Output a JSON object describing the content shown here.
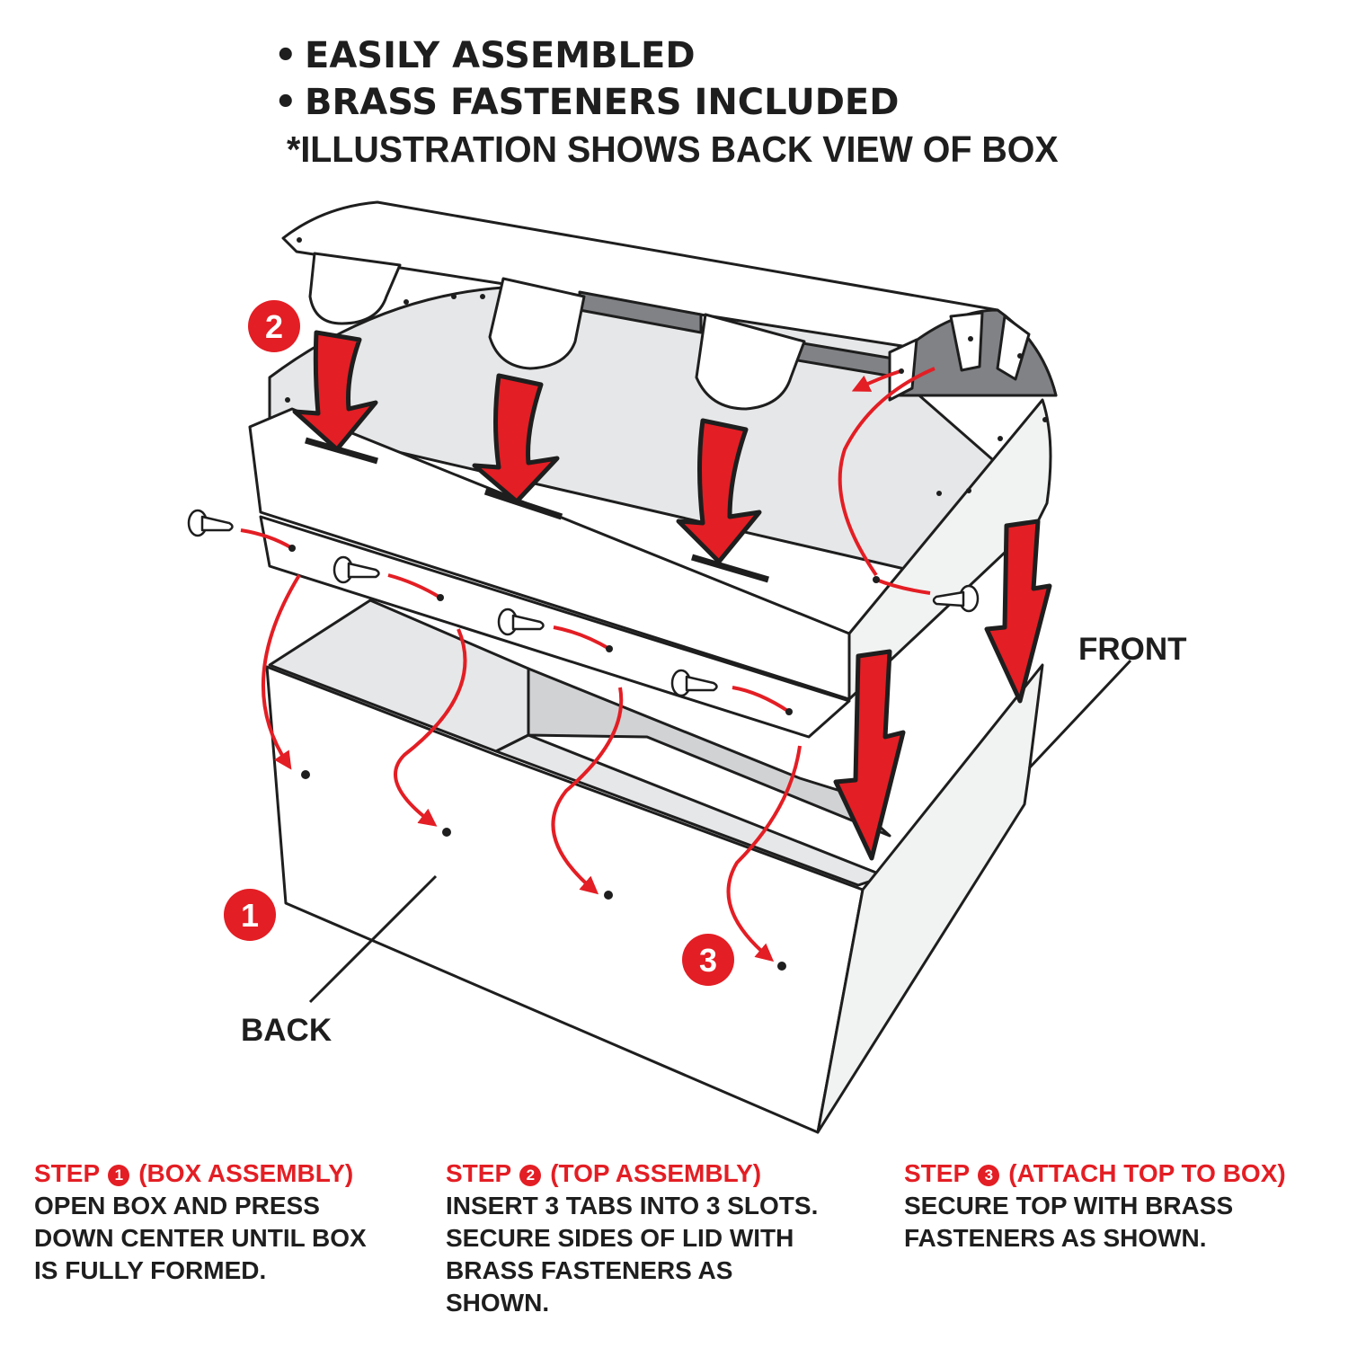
{
  "features": {
    "items": [
      "EASILY ASSEMBLED",
      "BRASS FASTENERS INCLUDED"
    ],
    "bullet": "•",
    "note": "*ILLUSTRATION SHOWS BACK VIEW OF BOX"
  },
  "labels": {
    "front": "FRONT",
    "back": "BACK"
  },
  "markers": [
    "1",
    "2",
    "3"
  ],
  "steps": [
    {
      "prefix": "STEP",
      "number": "1",
      "title": "(BOX ASSEMBLY)",
      "body": "OPEN BOX AND PRESS\nDOWN CENTER UNTIL BOX\nIS FULLY FORMED."
    },
    {
      "prefix": "STEP",
      "number": "2",
      "title": "(TOP ASSEMBLY)",
      "body": "INSERT 3 TABS INTO 3 SLOTS.\nSECURE SIDES OF LID WITH\nBRASS FASTENERS AS\nSHOWN."
    },
    {
      "prefix": "STEP",
      "number": "3",
      "title": "(ATTACH TOP TO BOX)",
      "body": "SECURE TOP WITH BRASS\nFASTENERS AS SHOWN."
    }
  ],
  "colors": {
    "accent_red": "#e31e24",
    "ink": "#1e1e1e",
    "panel_light": "#e6e7e8",
    "panel_mid": "#d1d2d4",
    "panel_dark": "#808285"
  }
}
